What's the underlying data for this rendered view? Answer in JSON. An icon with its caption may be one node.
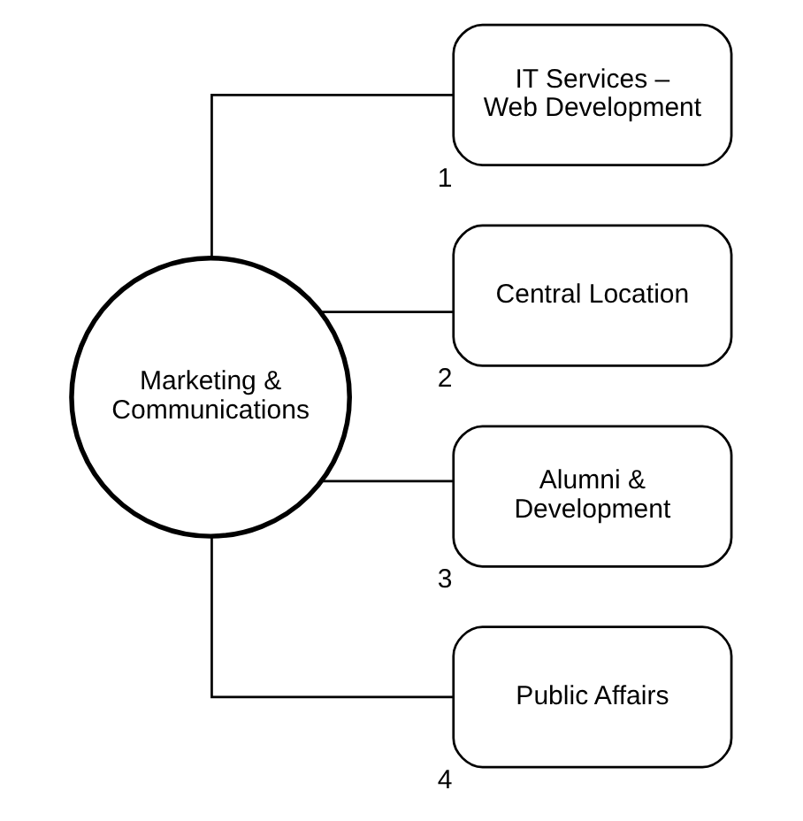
{
  "diagram": {
    "nodes": [
      {
        "text": [
          "Marketing & Communications"
        ]
      },
      {
        "text": [
          "IT Services – Web Development"
        ],
        "beside": [
          "1"
        ]
      },
      {
        "text": [
          "Central Location"
        ],
        "beside": [
          "2"
        ]
      },
      {
        "text": [
          "Alumni & Development"
        ],
        "beside": [
          "3"
        ]
      },
      {
        "text": [
          "Public Affairs"
        ],
        "beside": [
          "4"
        ]
      }
    ],
    "edges": [
      {
        "from": 0,
        "to": 1,
        "arrow": "none"
      },
      {
        "from": 0,
        "to": 2,
        "arrow": "none"
      },
      {
        "from": 0,
        "to": 3,
        "arrow": "none"
      },
      {
        "from": 0,
        "to": 4,
        "arrow": "none"
      }
    ]
  }
}
